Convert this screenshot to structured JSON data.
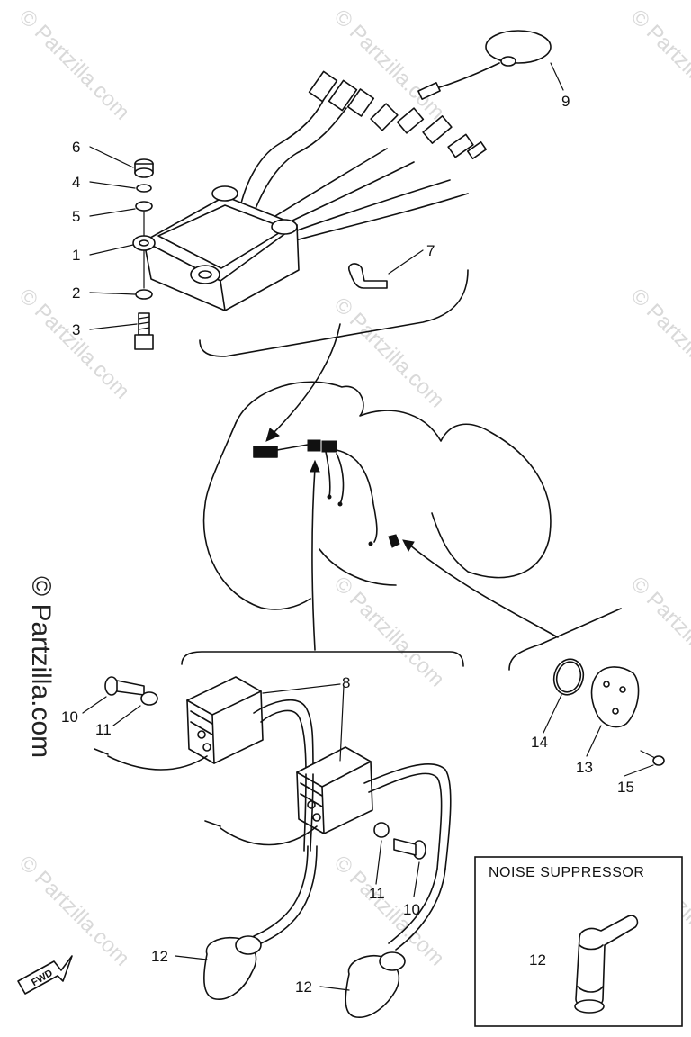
{
  "callouts": [
    "1",
    "2",
    "3",
    "4",
    "5",
    "6",
    "7",
    "8",
    "9",
    "10",
    "11",
    "12",
    "13",
    "14",
    "15"
  ],
  "noise_box": {
    "title": "NOISE SUPPRESSOR",
    "part_number": "12"
  },
  "fwd_label": "FWD",
  "watermark": {
    "text": "© Partzilla.com"
  }
}
